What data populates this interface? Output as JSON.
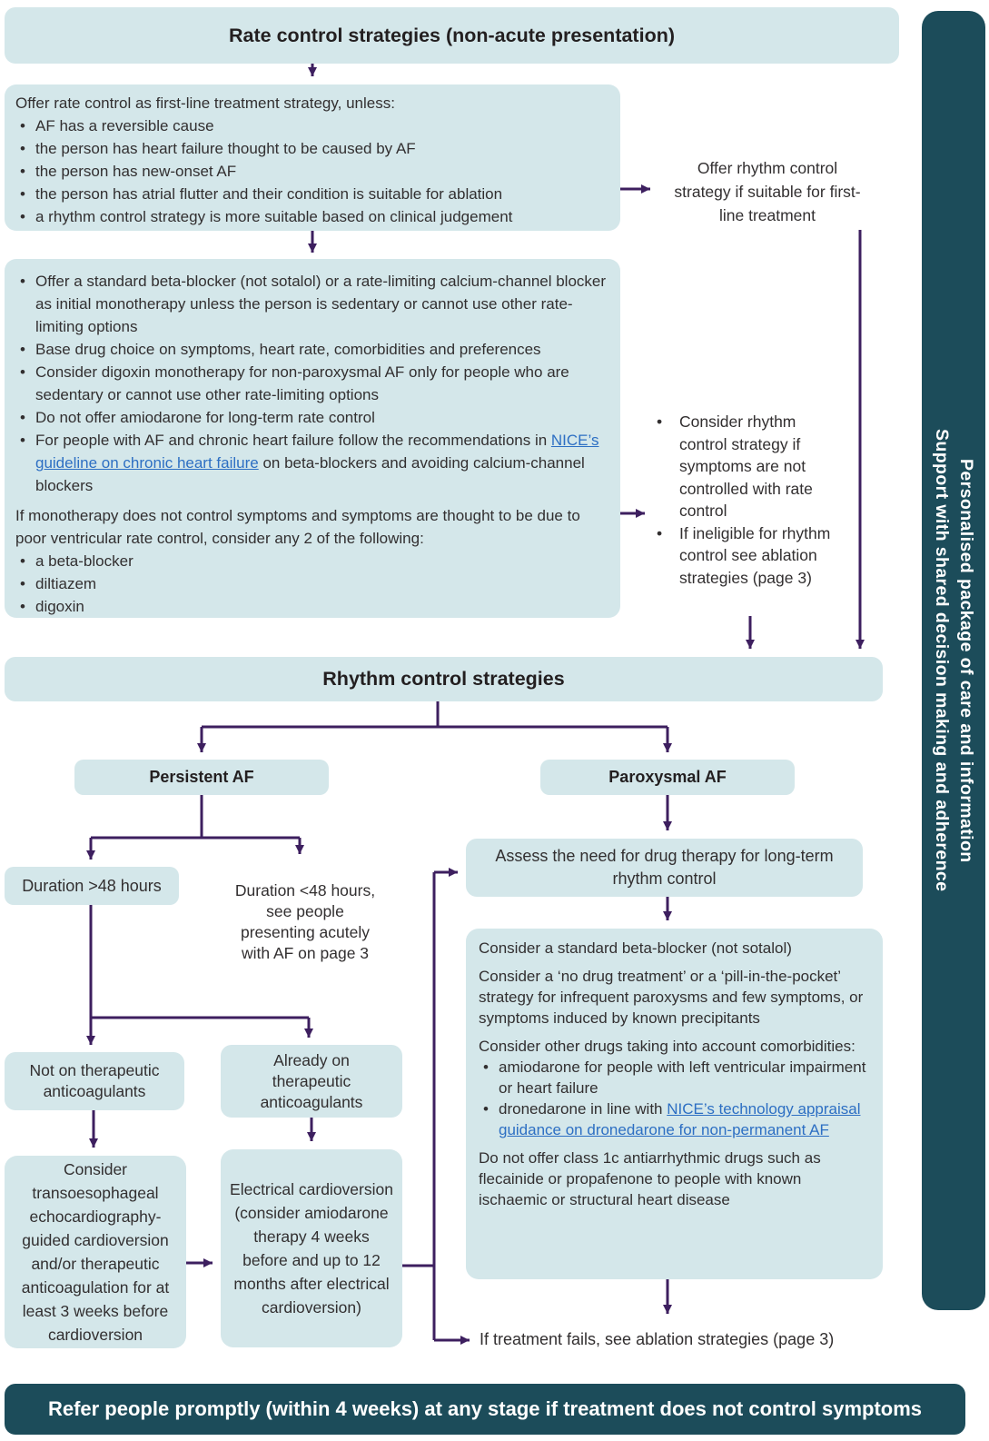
{
  "header": {
    "title": "Rate control strategies (non-acute presentation)"
  },
  "sidebar": {
    "line1": "Personalised package of care and information",
    "line2": "Support with shared decision making and adherence"
  },
  "first_line_box": {
    "intro": "Offer rate control as first-line treatment strategy, unless:",
    "bullets": [
      "AF has a reversible cause",
      "the person has heart failure thought to be caused by AF",
      "the person has new-onset AF",
      "the person has atrial flutter and their condition is suitable for ablation",
      "a rhythm control strategy is more suitable based on clinical judgement"
    ]
  },
  "offer_rhythm_note": "Offer rhythm control strategy if suitable for first-line treatment",
  "monotherapy_box": {
    "bullets": [
      "Offer a standard beta-blocker (not sotalol) or a rate-limiting calcium-channel blocker as initial monotherapy unless the person is sedentary or cannot use other rate-limiting options",
      "Base drug choice on symptoms, heart rate, comorbidities and preferences",
      "Consider digoxin monotherapy for non-paroxysmal AF only for people who are sedentary or cannot use other rate-limiting options",
      "Do not offer amiodarone for long-term rate control"
    ],
    "heart_failure_bullet": {
      "pre": "For people with AF and chronic heart failure follow the recommendations in ",
      "link": "NICE’s guideline on chronic heart failure",
      "post": " on beta-blockers and avoiding calcium-channel blockers"
    },
    "combo_intro": "If monotherapy does not control symptoms and symptoms are thought to be due to poor ventricular rate control, consider any 2 of the following:",
    "combo_bullets": [
      "a beta-blocker",
      "diltiazem",
      "digoxin"
    ]
  },
  "consider_rhythm_note": {
    "bullets": [
      "Consider rhythm control strategy if symptoms are not controlled with rate control",
      "If ineligible for rhythm control see ablation strategies (page 3)"
    ]
  },
  "rhythm_header": "Rhythm control strategies",
  "persistent_label": "Persistent AF",
  "paroxysmal_label": "Paroxysmal AF",
  "duration_over_48": "Duration >48 hours",
  "duration_under_48": "Duration <48 hours, see people presenting acutely with AF on page 3",
  "not_on_anticoagulants": "Not on therapeutic anticoagulants",
  "already_on_anticoagulants": "Already on therapeutic anticoagulants",
  "toe_box": "Consider transoesophageal echocardiography-guided cardioversion and/or therapeutic anticoagulation for at least 3 weeks before cardioversion",
  "ecv_box": "Electrical cardioversion (consider amiodarone therapy 4 weeks before and up to 12 months after electrical cardioversion)",
  "assess_box": "Assess the need for drug therapy for long-term rhythm control",
  "drug_therapy_box": {
    "p1": "Consider a standard beta-blocker (not sotalol)",
    "p2": "Consider a ‘no drug treatment’ or a ‘pill-in-the-pocket’ strategy for infrequent paroxysms and few symptoms, or symptoms induced by known precipitants",
    "p3": "Consider other drugs taking into account comorbidities:",
    "bullet1": "amiodarone for people with left ventricular impairment or heart failure",
    "bullet2": {
      "pre": "dronedarone in line with ",
      "link": "NICE’s technology appraisal guidance on dronedarone for non-permanent AF",
      "post": ""
    },
    "p4": "Do not offer class 1c antiarrhythmic drugs such as flecainide or propafenone to people with known ischaemic or structural heart disease"
  },
  "treatment_fails_note": "If treatment fails, see ablation strategies (page 3)",
  "footer_banner": "Refer people promptly (within 4 weeks) at any stage if treatment does not control symptoms",
  "colors": {
    "box_fill": "#d4e7ea",
    "teal": "#1c4c5a",
    "arrow_purple": "#3d1f5f",
    "link_blue": "#2d6fc3"
  }
}
